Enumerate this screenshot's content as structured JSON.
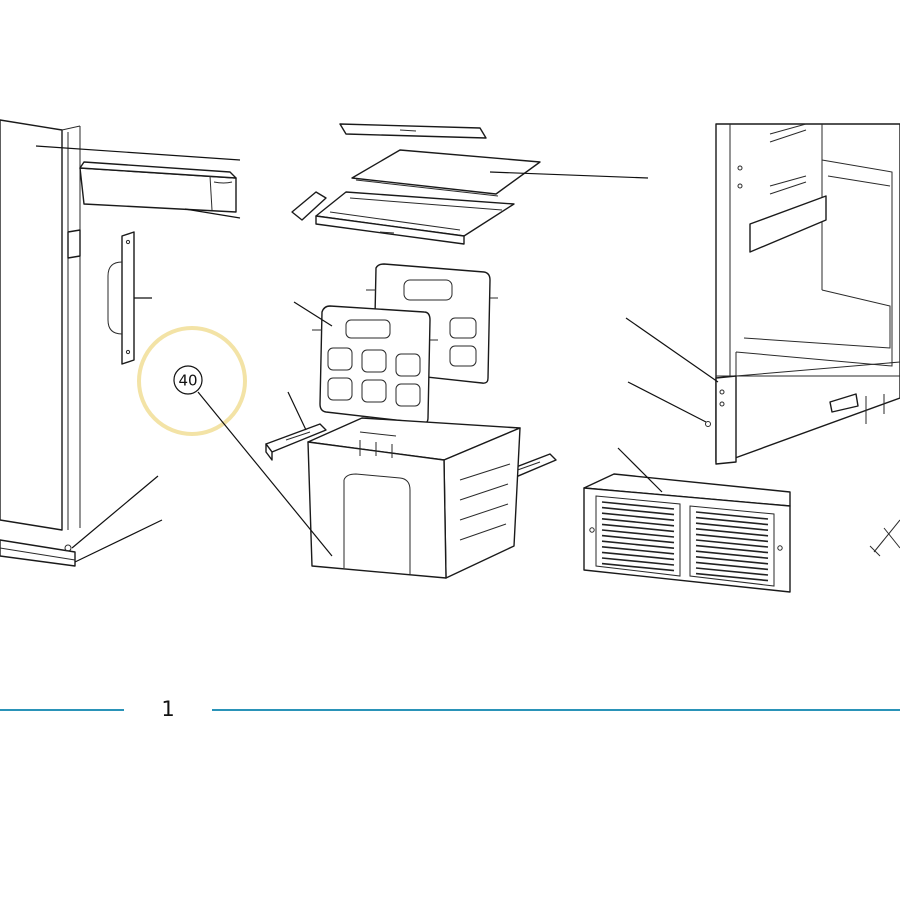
{
  "diagram": {
    "callout": {
      "number": "40",
      "highlight_color": "#f3e3a6"
    },
    "page_label": "1",
    "divider_color": "#2a93b8",
    "parts": [
      "door-bin",
      "door-panel",
      "glass-shelf",
      "shelf-frame",
      "crisper-divider-back",
      "crisper-divider-front",
      "slide-rail-left",
      "crisper-drawer",
      "slide-rail-right",
      "cabinet-liner",
      "kick-plate-grille",
      "screw",
      "hinge-pin"
    ]
  }
}
